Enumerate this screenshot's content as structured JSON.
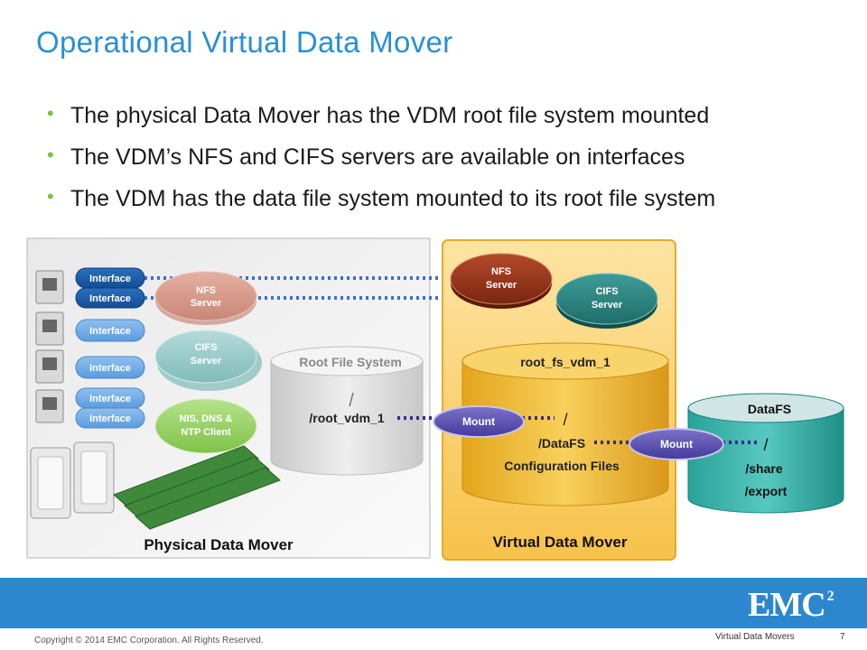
{
  "title": "Operational Virtual Data Mover",
  "bullets": [
    "The physical Data Mover has the VDM root file system mounted",
    "The VDM’s NFS and CIFS servers are available on interfaces",
    "The VDM has the data file system mounted to its root file system"
  ],
  "diagram": {
    "interface_label": "Interface",
    "physical": {
      "nfs": "NFS",
      "nfs2": "Server",
      "cifs": "CIFS",
      "cifs2": "Server",
      "nis": "NIS, DNS &",
      "nis2": "NTP Client",
      "root_title": "Root File System",
      "root_slash": "/",
      "root_path": "/root_vdm_1",
      "label": "Physical Data Mover"
    },
    "virtual": {
      "nfs": "NFS",
      "nfs2": "Server",
      "cifs": "CIFS",
      "cifs2": "Server",
      "root_title": "root_fs_vdm_1",
      "root_slash": "/",
      "root_path": "/DataFS",
      "config": "Configuration Files",
      "label": "Virtual Data Mover"
    },
    "mount_label": "Mount",
    "datafs": {
      "title": "DataFS",
      "slash": "/",
      "share": "/share",
      "export": "/export"
    },
    "colors": {
      "blue_link": "#3a6fd1",
      "purple_link": "#3a2a8c",
      "vdm_orange": "#f8c048"
    }
  },
  "footer": {
    "copyright": "Copyright © 2014 EMC Corporation. All Rights Reserved.",
    "section": "Virtual Data Movers",
    "page": "7",
    "logo": "EMC",
    "logo_sup": "2"
  }
}
